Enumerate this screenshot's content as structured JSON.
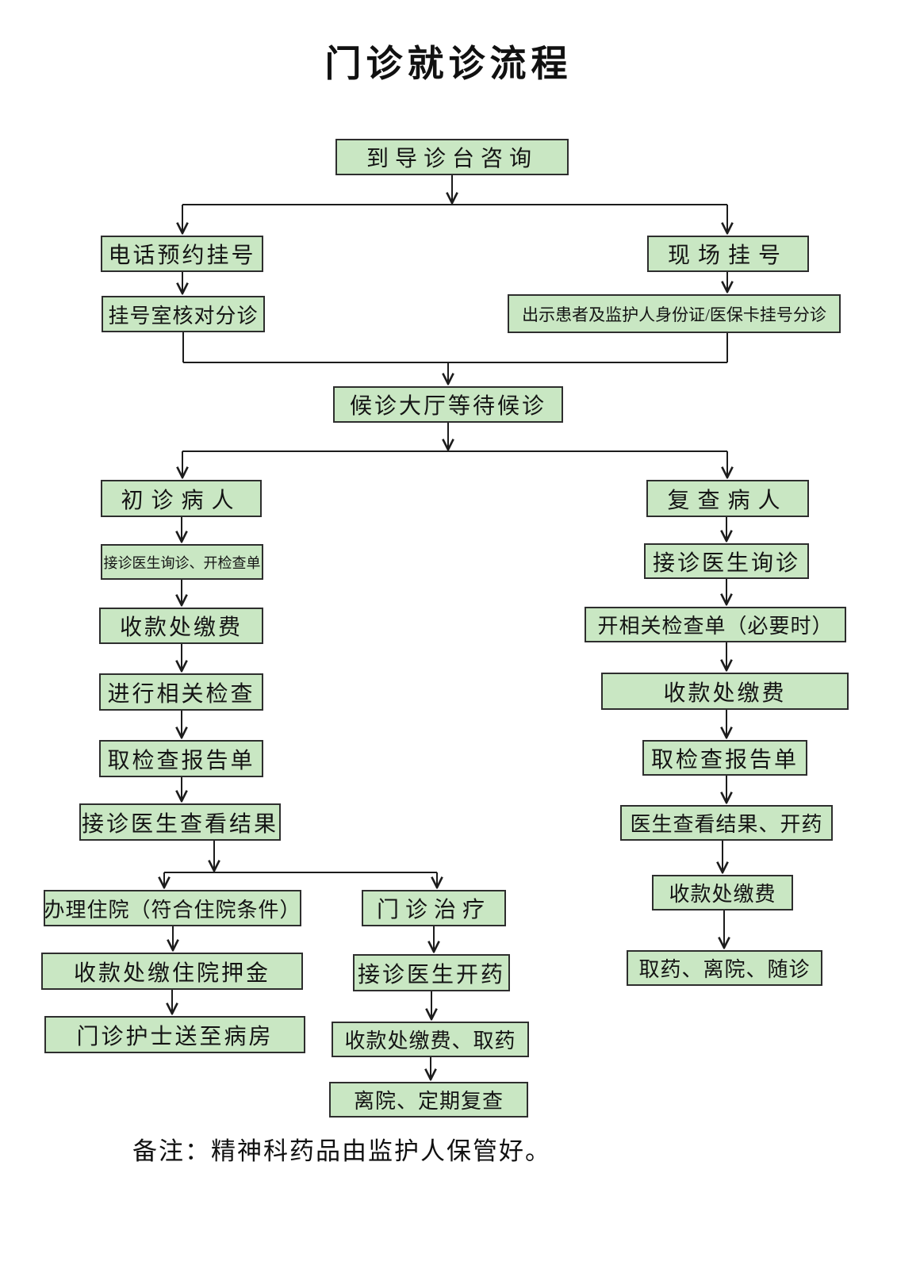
{
  "page": {
    "title": "门诊就诊流程",
    "note": "备注：精神科药品由监护人保管好。"
  },
  "colors": {
    "box_fill": "#c9e7c3",
    "box_border": "#2e2e2e",
    "line": "#1c1c1c",
    "background": "#ffffff"
  },
  "nodes": {
    "consult": {
      "label": "到导诊台咨询"
    },
    "phone": {
      "label": "电话预约挂号"
    },
    "onsite": {
      "label": "现场挂号"
    },
    "verify": {
      "label": "挂号室核对分诊"
    },
    "idcard": {
      "label": "出示患者及监护人身份证/医保卡挂号分诊"
    },
    "waiting": {
      "label": "候诊大厅等待候诊"
    },
    "first_visit": {
      "label": "初诊病人"
    },
    "l_inquiry": {
      "label": "接诊医生询诊、开检查单"
    },
    "l_pay": {
      "label": "收款处缴费"
    },
    "l_exam": {
      "label": "进行相关检查"
    },
    "l_report": {
      "label": "取检查报告单"
    },
    "l_review": {
      "label": "接诊医生查看结果"
    },
    "admit": {
      "label": "办理住院（符合住院条件）"
    },
    "deposit": {
      "label": "收款处缴住院押金"
    },
    "ward": {
      "label": "门诊护士送至病房"
    },
    "treat": {
      "label": "门诊治疗"
    },
    "prescribe": {
      "label": "接诊医生开药"
    },
    "m_pay": {
      "label": "收款处缴费、取药"
    },
    "m_leave": {
      "label": "离院、定期复查"
    },
    "recheck": {
      "label": "复查病人"
    },
    "r_inquiry": {
      "label": "接诊医生询诊"
    },
    "r_order": {
      "label": "开相关检查单（必要时）"
    },
    "r_pay1": {
      "label": "收款处缴费"
    },
    "r_report": {
      "label": "取检查报告单"
    },
    "r_review": {
      "label": "医生查看结果、开药"
    },
    "r_pay2": {
      "label": "收款处缴费"
    },
    "r_leave": {
      "label": "取药、离院、随诊"
    }
  },
  "edges": [
    {
      "from": "consult",
      "to": "phone"
    },
    {
      "from": "consult",
      "to": "onsite"
    },
    {
      "from": "phone",
      "to": "verify"
    },
    {
      "from": "onsite",
      "to": "idcard"
    },
    {
      "from": "verify",
      "to": "waiting"
    },
    {
      "from": "idcard",
      "to": "waiting"
    },
    {
      "from": "waiting",
      "to": "first_visit"
    },
    {
      "from": "waiting",
      "to": "recheck"
    },
    {
      "from": "first_visit",
      "to": "l_inquiry"
    },
    {
      "from": "l_inquiry",
      "to": "l_pay"
    },
    {
      "from": "l_pay",
      "to": "l_exam"
    },
    {
      "from": "l_exam",
      "to": "l_report"
    },
    {
      "from": "l_report",
      "to": "l_review"
    },
    {
      "from": "l_review",
      "to": "admit"
    },
    {
      "from": "l_review",
      "to": "treat"
    },
    {
      "from": "admit",
      "to": "deposit"
    },
    {
      "from": "deposit",
      "to": "ward"
    },
    {
      "from": "treat",
      "to": "prescribe"
    },
    {
      "from": "prescribe",
      "to": "m_pay"
    },
    {
      "from": "m_pay",
      "to": "m_leave"
    },
    {
      "from": "recheck",
      "to": "r_inquiry"
    },
    {
      "from": "r_inquiry",
      "to": "r_order"
    },
    {
      "from": "r_order",
      "to": "r_pay1"
    },
    {
      "from": "r_pay1",
      "to": "r_report"
    },
    {
      "from": "r_report",
      "to": "r_review"
    },
    {
      "from": "r_review",
      "to": "r_pay2"
    },
    {
      "from": "r_pay2",
      "to": "r_leave"
    }
  ]
}
